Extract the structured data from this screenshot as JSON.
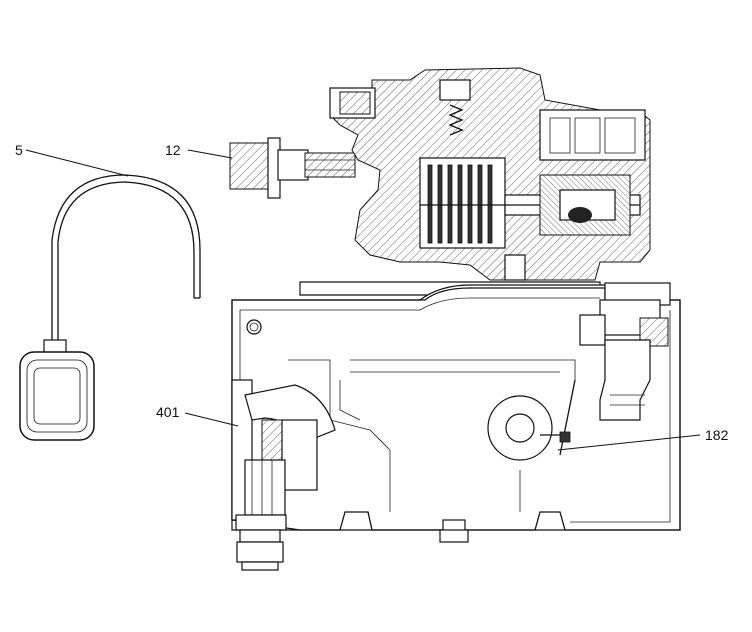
{
  "labels": [
    {
      "id": "float-switch",
      "text": "5"
    },
    {
      "id": "connector",
      "text": "12"
    },
    {
      "id": "outlet-valve",
      "text": "401"
    },
    {
      "id": "tank-lever",
      "text": "182"
    }
  ]
}
